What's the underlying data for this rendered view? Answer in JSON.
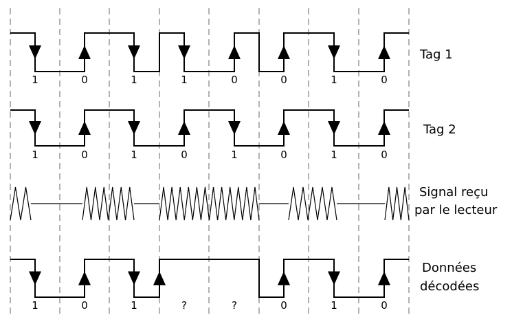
{
  "rows": [
    {
      "label_lines": [
        "Tag 1"
      ],
      "bits": [
        "1",
        "0",
        "1",
        "1",
        "0",
        "0",
        "1",
        "0"
      ]
    },
    {
      "label_lines": [
        "Tag 2"
      ],
      "bits": [
        "1",
        "0",
        "1",
        "0",
        "1",
        "0",
        "1",
        "0"
      ]
    },
    {
      "label_lines": [
        "Signal reçu",
        "par le lecteur"
      ],
      "bits": []
    },
    {
      "label_lines": [
        "Données",
        "décodées"
      ],
      "bits": [
        "1",
        "0",
        "1",
        "?",
        "?",
        "0",
        "1",
        "0"
      ]
    }
  ]
}
